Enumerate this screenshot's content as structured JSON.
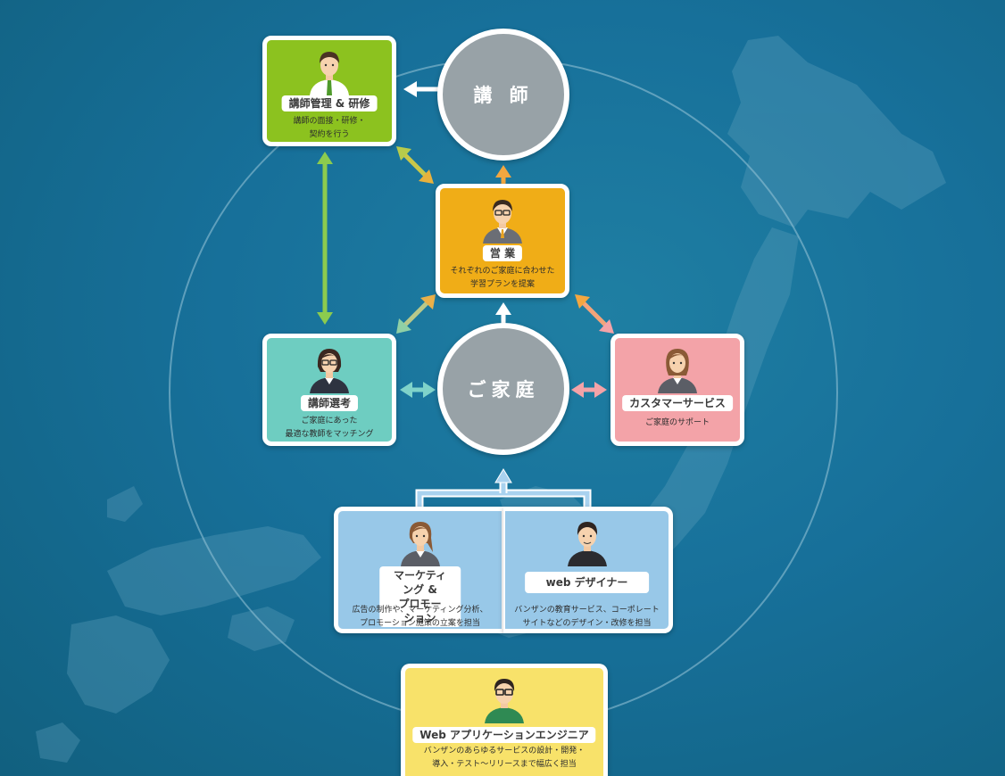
{
  "colors": {
    "background": "#17709a",
    "teacher_mgmt": "#8cc21f",
    "sales": "#f0ad17",
    "selection": "#6ecdc1",
    "customer_service": "#f3a3a8",
    "marketing": "#98c8e8",
    "web_designer": "#98c8e8",
    "engineer": "#f8e26a",
    "hub": "#98a2a7",
    "arrow_green": "#8ccb4e",
    "arrow_orange": "#f3a740",
    "arrow_teal": "#7fd3ca",
    "arrow_pink": "#f4a3a8",
    "arrow_blue": "#a9d2ef",
    "arrow_white": "#ffffff"
  },
  "hubs": {
    "teacher": {
      "label": "講 師"
    },
    "family": {
      "label": "ご家庭"
    }
  },
  "roles": {
    "teacher_mgmt": {
      "title": "講師管理 & 研修",
      "desc": "講師の面接・研修・\n契約を行う",
      "avatar": "man-green-tie-icon"
    },
    "sales": {
      "title": "営 業",
      "desc": "それぞれのご家庭に合わせた\n学習プランを提案",
      "avatar": "man-glasses-suit-icon"
    },
    "selection": {
      "title": "講師選考",
      "desc": "ご家庭にあった\n最適な教師をマッチング",
      "avatar": "woman-glasses-icon"
    },
    "customer_service": {
      "title": "カスタマーサービス",
      "desc": "ご家庭のサポート",
      "avatar": "woman-suit-icon"
    },
    "marketing": {
      "title": "マーケティング &\nプロモーション",
      "desc": "広告の制作や、マーケティング分析、\nプロモーション施策の立案を担当",
      "avatar": "woman-ponytail-icon"
    },
    "web_designer": {
      "title": "web デザイナー",
      "desc": "バンザンの教育サービス、コーポレート\nサイトなどのデザイン・改修を担当",
      "avatar": "man-black-shirt-icon"
    },
    "engineer": {
      "title": "Web アプリケーションエンジニア",
      "desc": "バンザンのあらゆるサービスの設計・開発・\n導入・テスト〜リリースまで幅広く担当",
      "avatar": "man-green-glasses-icon"
    }
  }
}
